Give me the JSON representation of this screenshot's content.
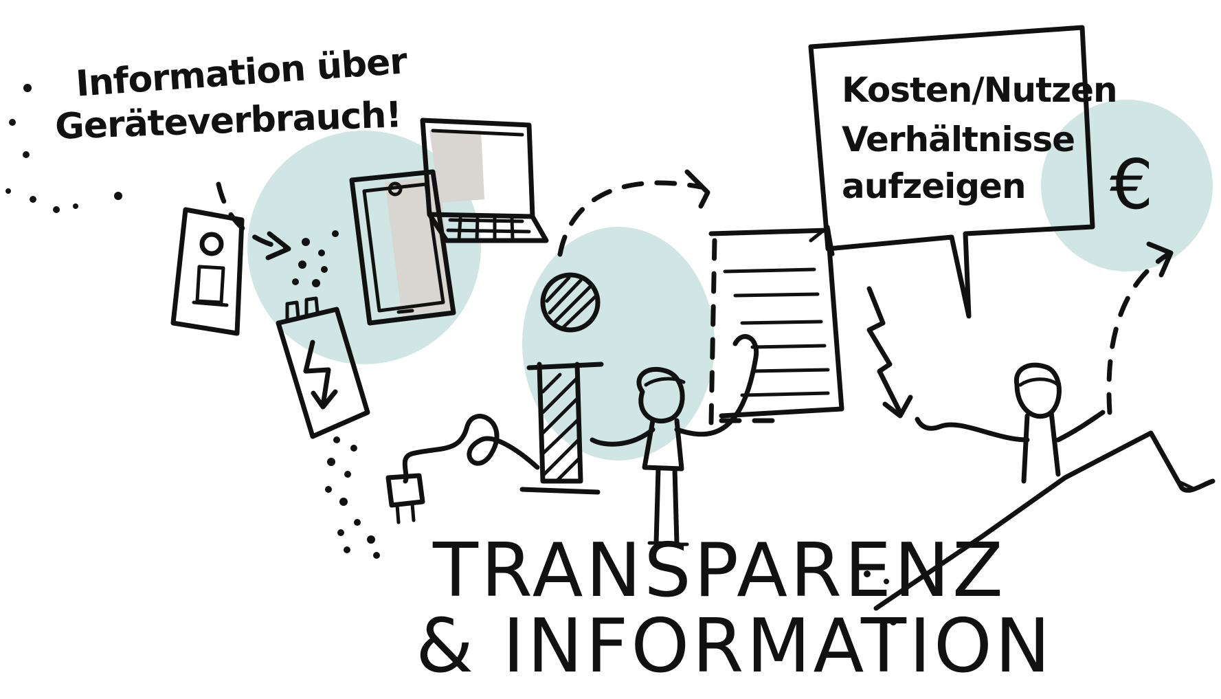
{
  "colors": {
    "ink": "#111111",
    "accent_circle": "#cfe6e4",
    "shadow": "#d9d6d2",
    "paper": "#ffffff"
  },
  "notes": {
    "device_info_line1": "Information über",
    "device_info_line2": "Geräteverbrauch!",
    "cost_benefit_line1": "Kosten/Nutzen",
    "cost_benefit_line2": "Verhältnisse",
    "cost_benefit_line3": "aufzeigen"
  },
  "title": {
    "line1": "TRANSPARENZ",
    "line2": "& INFORMATION"
  },
  "currency_symbol": "€",
  "icons": [
    "info-sign-icon",
    "battery-icon",
    "tablet-icon",
    "laptop-icon",
    "info-pillar-icon",
    "plug-icon",
    "document-icon",
    "speech-bubble-icon",
    "person-icon",
    "lightning-icon",
    "arrow-icon"
  ]
}
